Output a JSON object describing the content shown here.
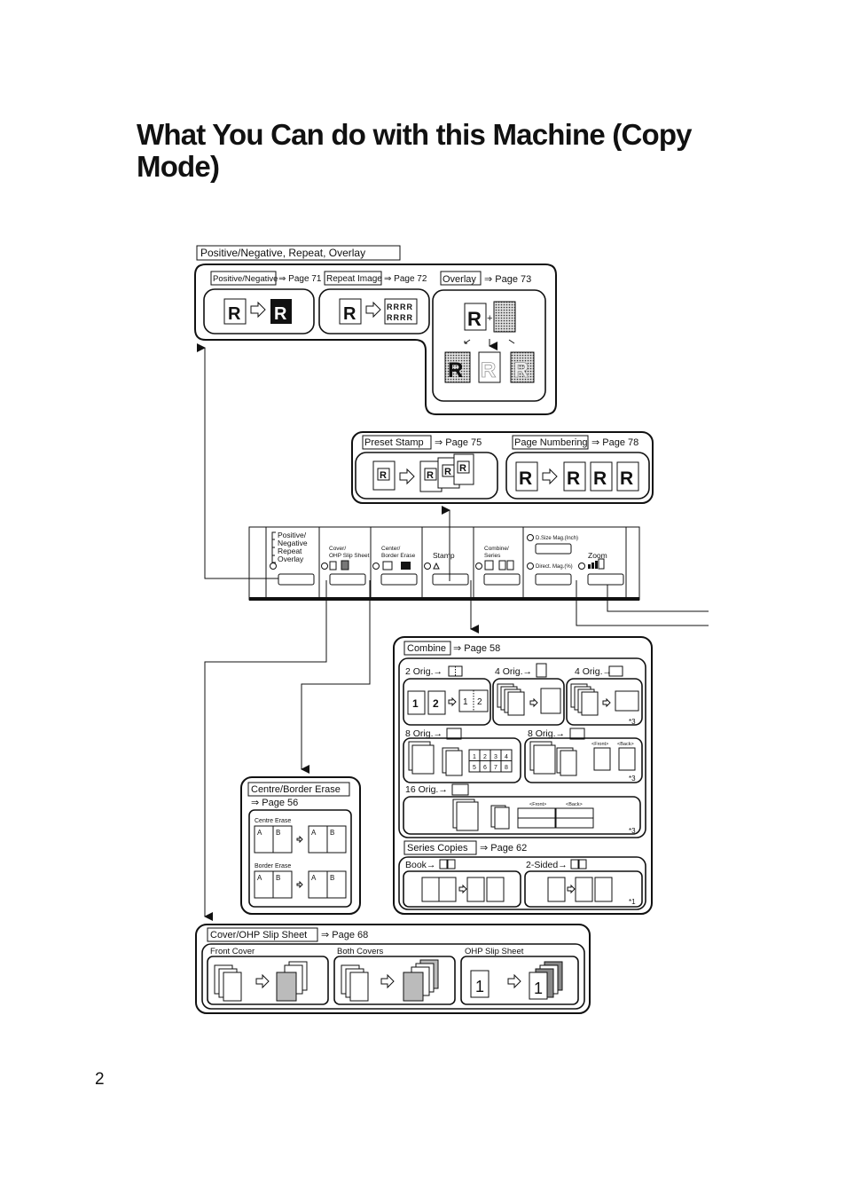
{
  "page": {
    "title": "What You Can do with this Machine (Copy Mode)",
    "page_number": "2"
  },
  "posneg": {
    "heading": "Positive/Negative, Repeat, Overlay",
    "positive_negative": "Positive/Negative",
    "positive_negative_ref": "⇒ Page 71",
    "repeat_image": "Repeat Image",
    "repeat_image_ref": "⇒ Page 72",
    "overlay": "Overlay",
    "overlay_ref": "⇒ Page 73"
  },
  "stamp": {
    "preset_stamp": "Preset Stamp",
    "preset_stamp_ref": "⇒ Page 75",
    "page_numbering": "Page Numbering",
    "page_numbering_ref": "⇒ Page 78"
  },
  "panel": {
    "pn_line1": "Positive/",
    "pn_line2": "Negative",
    "pn_line3": "Repeat",
    "pn_line4": "Overlay",
    "cover_line1": "Cover/",
    "cover_line2": "OHP Slip Sheet",
    "center_line1": "Center/",
    "center_line2": "Border Erase",
    "stamp": "Stamp",
    "combine_line1": "Combine/",
    "combine_line2": "Series",
    "dsize": "D.Size Mag.(Inch)",
    "direct": "Direct. Mag.(%)",
    "zoom": "Zoom"
  },
  "combine": {
    "heading": "Combine",
    "heading_ref": "⇒ Page 58",
    "two_orig": "2 Orig.→",
    "four_orig_a": "4 Orig.→",
    "four_orig_b": "4 Orig.→",
    "eight_orig_a": "8 Orig.→",
    "eight_orig_b": "8 Orig.→",
    "sixteen_orig": "16 Orig.→",
    "front": "<Front>",
    "back": "<Back>",
    "note3": "*3",
    "note1": "*1",
    "series_heading": "Series Copies",
    "series_ref": "⇒ Page 62",
    "book": "Book→",
    "two_sided": "2-Sided→"
  },
  "erase": {
    "heading": "Centre/Border Erase",
    "heading_ref": "⇒ Page 56",
    "centre_erase": "Centre Erase",
    "border_erase": "Border Erase"
  },
  "cover": {
    "heading": "Cover/OHP Slip Sheet",
    "heading_ref": "⇒ Page 68",
    "front_cover": "Front Cover",
    "both_covers": "Both Covers",
    "ohp_slip_sheet": "OHP Slip Sheet"
  }
}
